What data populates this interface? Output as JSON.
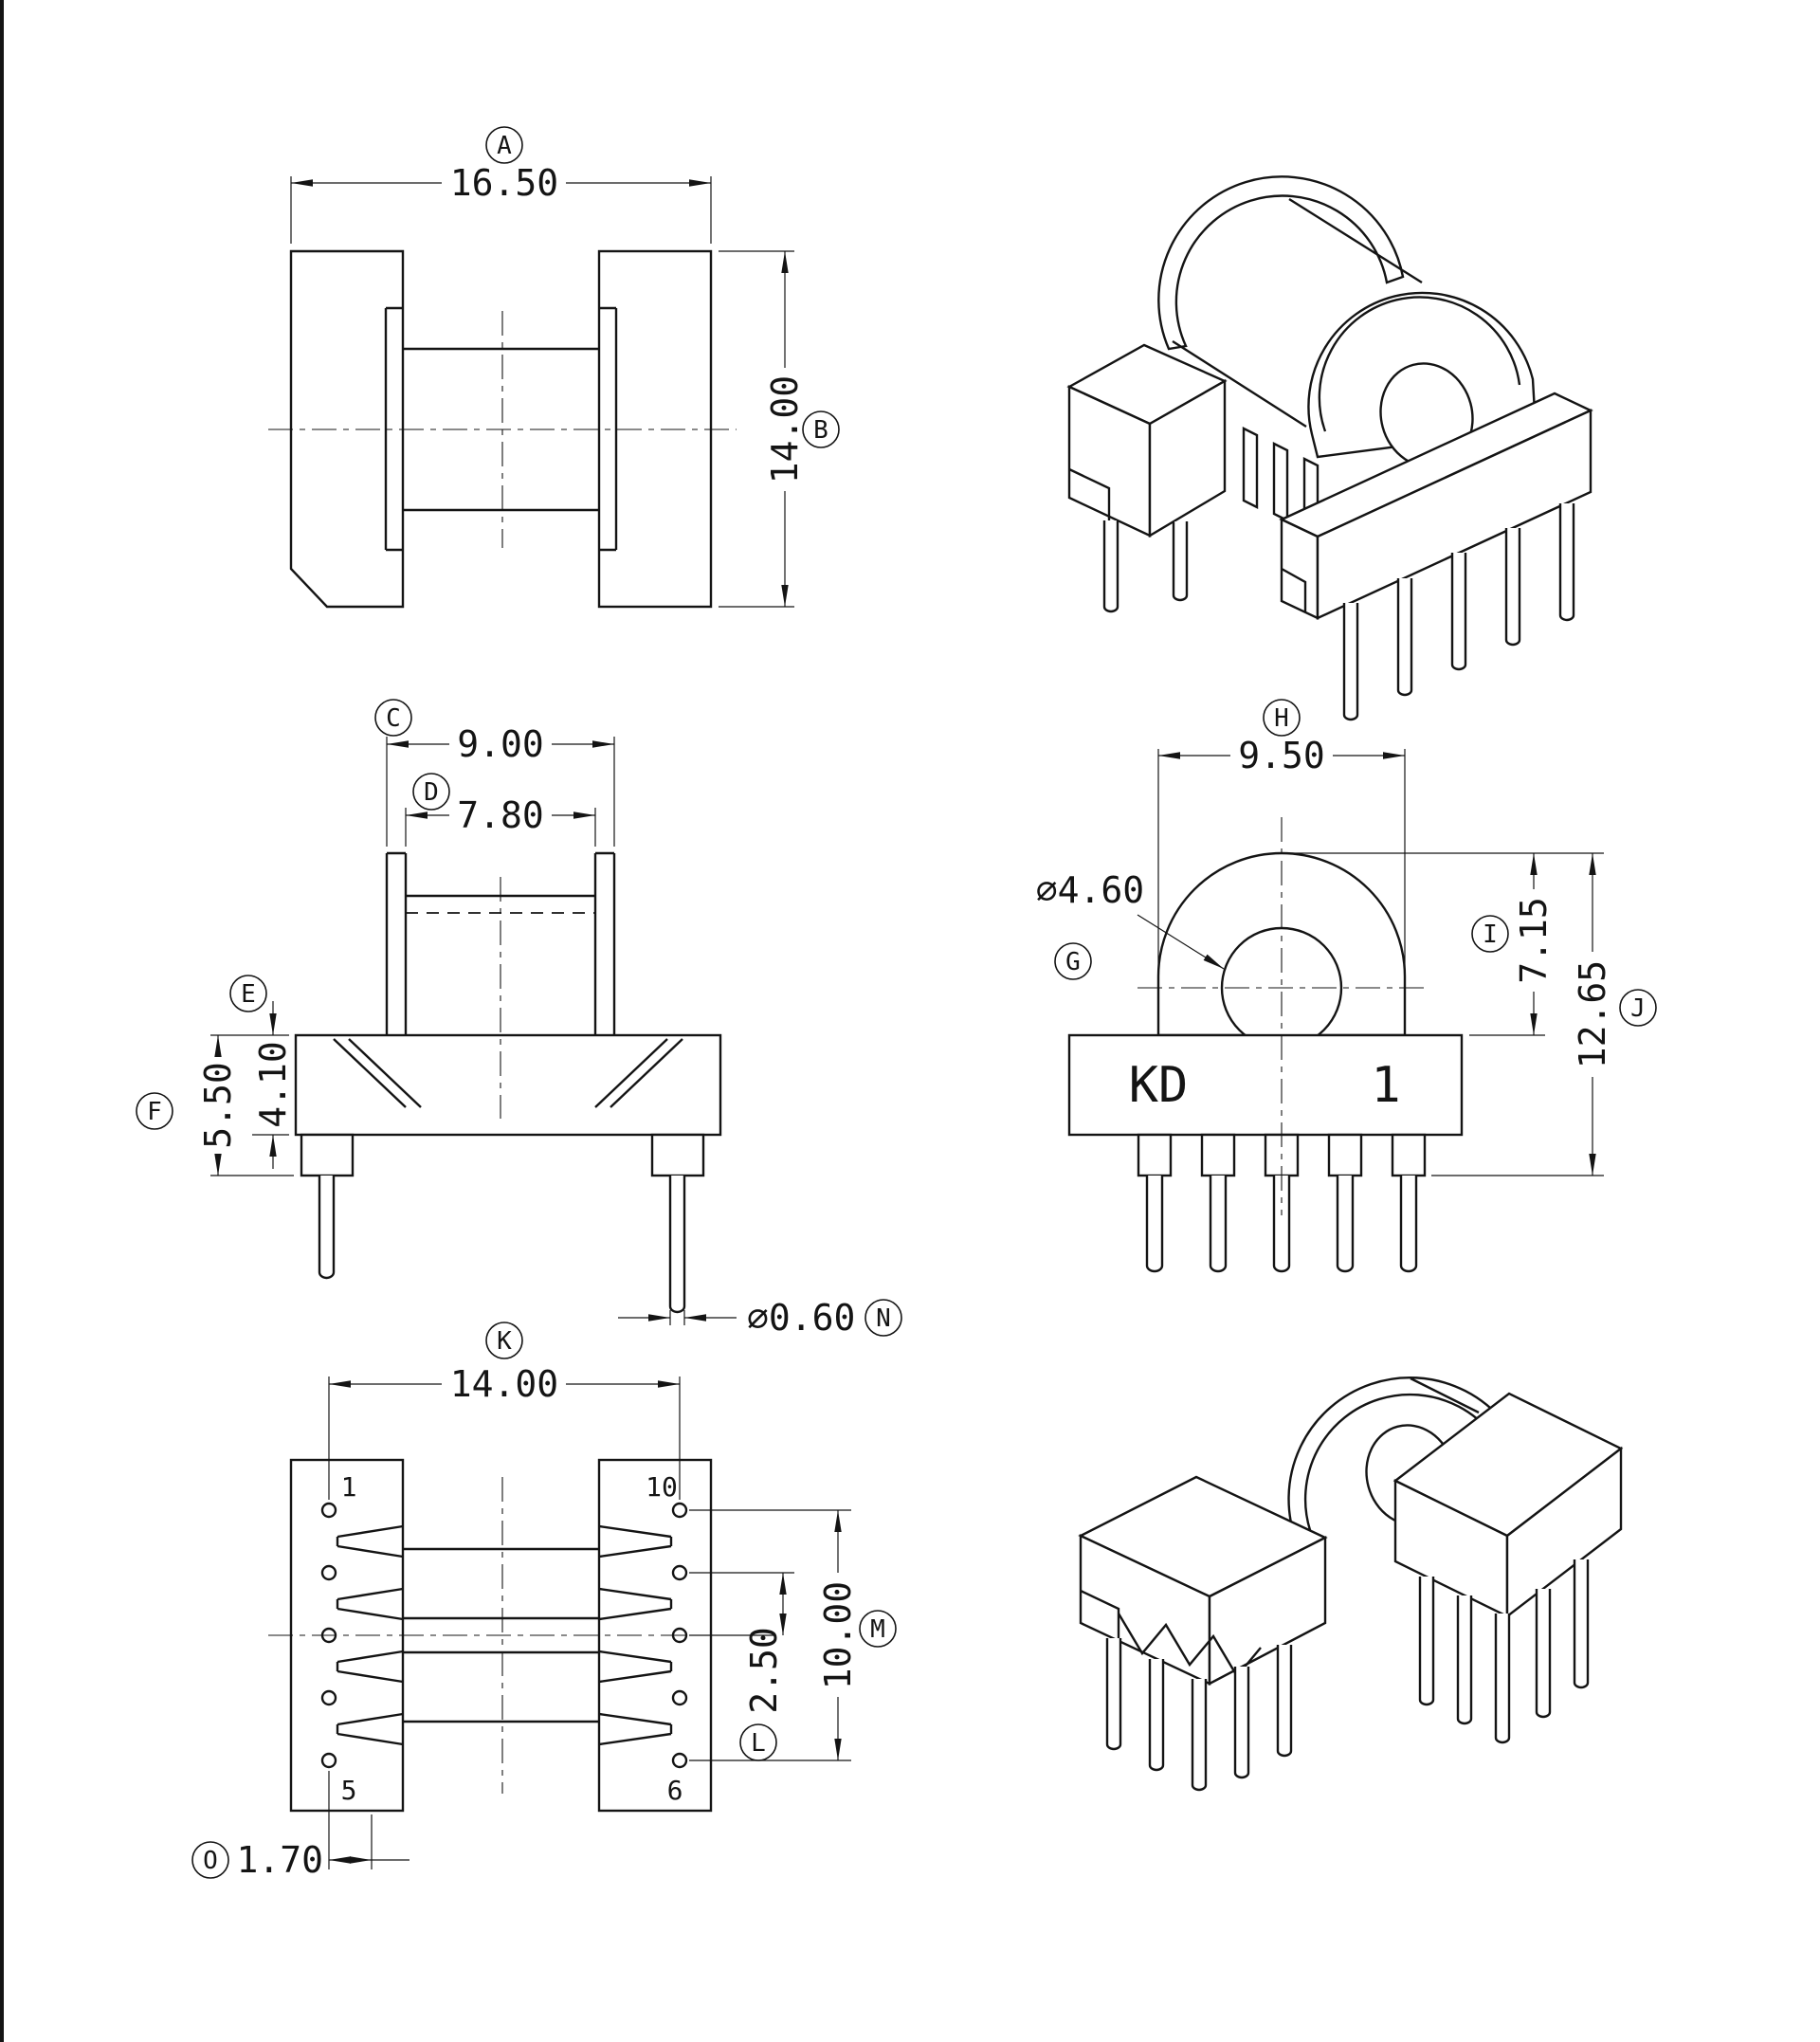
{
  "sheet": {
    "background": "#ffffff",
    "line_color": "#141414"
  },
  "dims": {
    "A": {
      "label": "A",
      "value": "16.50"
    },
    "B": {
      "label": "B",
      "value": "14.00"
    },
    "C": {
      "label": "C",
      "value": "9.00"
    },
    "D": {
      "label": "D",
      "value": "7.80"
    },
    "E": {
      "label": "E",
      "value": "4.10"
    },
    "F": {
      "label": "F",
      "value": "5.50"
    },
    "G": {
      "label": "G",
      "value": "∅4.60"
    },
    "H": {
      "label": "H",
      "value": "9.50"
    },
    "I": {
      "label": "I",
      "value": "7.15"
    },
    "J": {
      "label": "J",
      "value": "12.65"
    },
    "K": {
      "label": "K",
      "value": "14.00"
    },
    "L": {
      "label": "L",
      "value": "2.50"
    },
    "M": {
      "label": "M",
      "value": "10.00"
    },
    "N": {
      "label": "N",
      "value": "∅0.60"
    },
    "O": {
      "label": "O",
      "value": "1.70"
    }
  },
  "marking": {
    "brand": "KD",
    "number": "1"
  },
  "pin_labels": {
    "p1": "1",
    "p5": "5",
    "p10": "10",
    "p6": "6"
  }
}
